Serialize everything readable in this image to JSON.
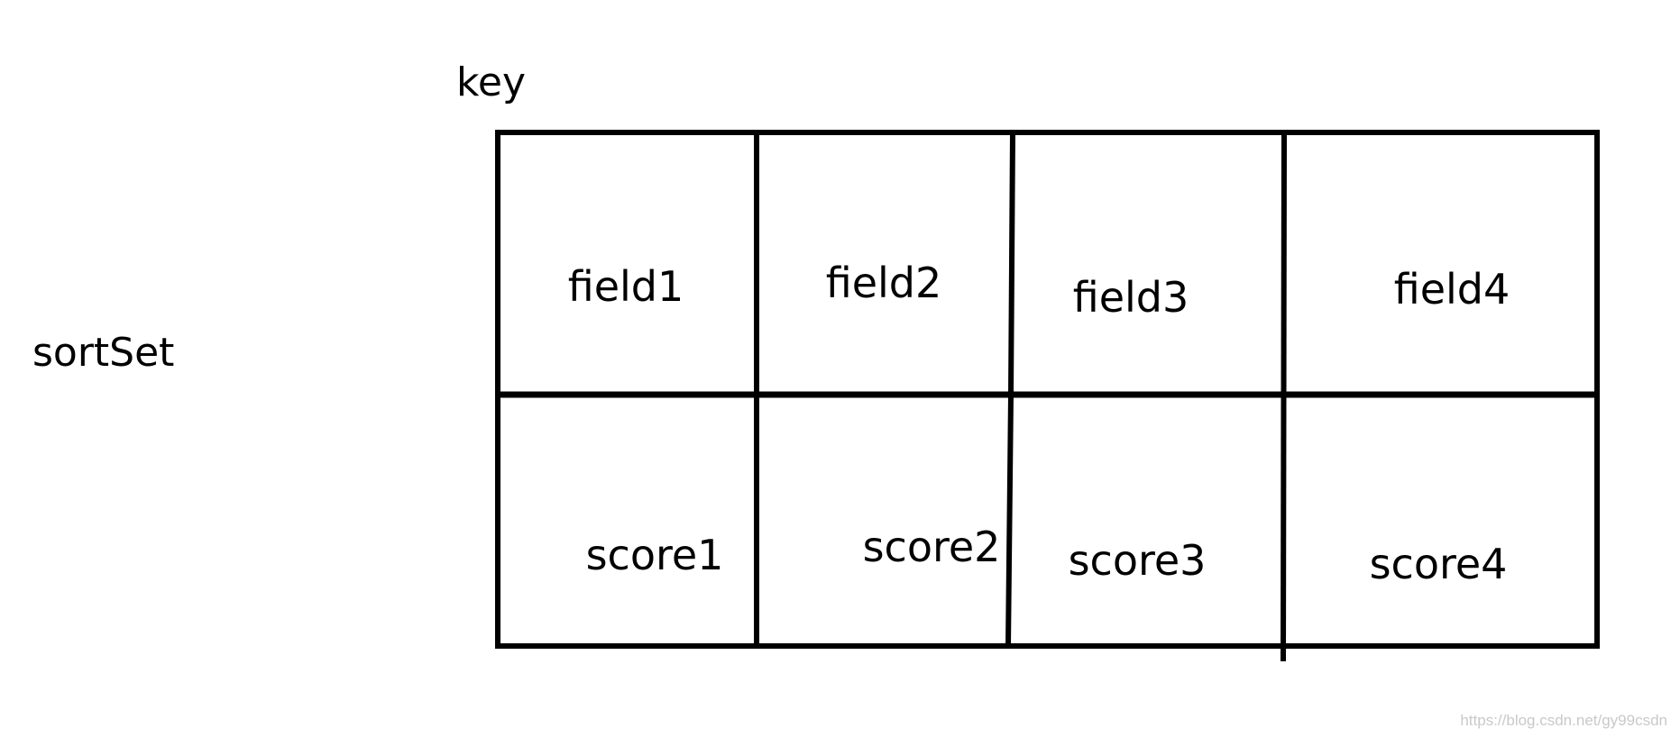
{
  "diagram": {
    "structure_label": "sortSet",
    "key_label": "key",
    "fields": [
      "field1",
      "field2",
      "field3",
      "field4"
    ],
    "scores": [
      "score1",
      "score2",
      "score3",
      "score4"
    ],
    "line_color": "#000000"
  },
  "watermark": "https://blog.csdn.net/gy99csdn"
}
